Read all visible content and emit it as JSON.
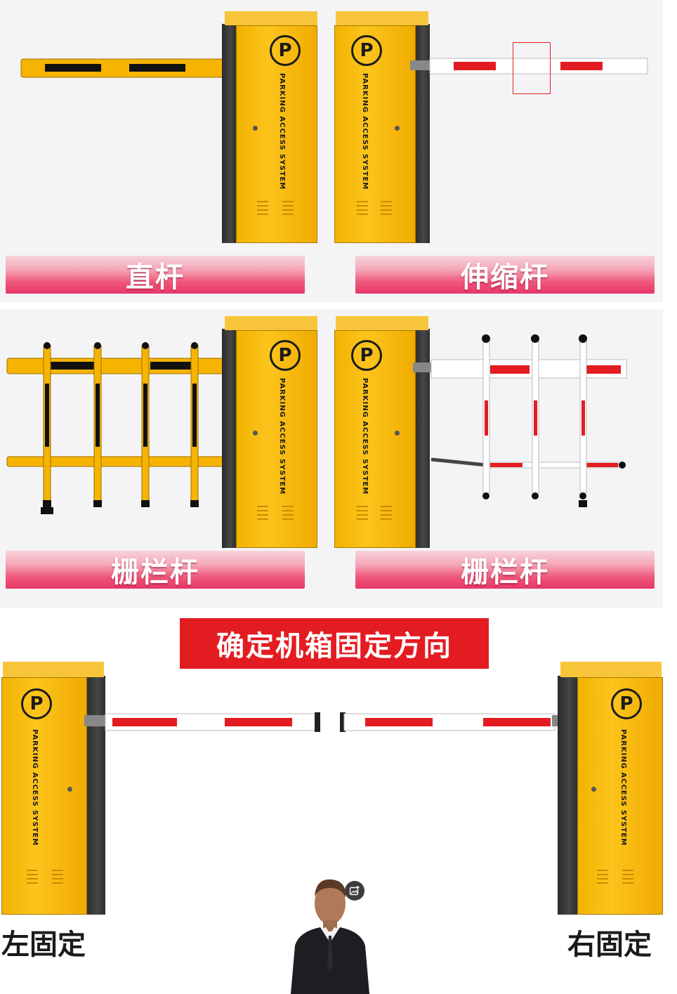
{
  "labels": {
    "straight": "直杆",
    "telescopic": "伸缩杆",
    "fence_left": "栅栏杆",
    "fence_right": "栅栏杆",
    "direction_title": "确定机箱固定方向",
    "left_fixed": "左固定",
    "right_fixed": "右固定"
  },
  "cabinet": {
    "logo": "P",
    "text": "PARKING ACCESS SYSTEM"
  },
  "colors": {
    "cabinet_yellow": "#fcc41c",
    "cabinet_dark": "#333333",
    "banner_pink": "#e8376a",
    "title_red": "#e31c22",
    "stripe_red": "#e31c22",
    "stripe_black": "#111111"
  },
  "icons": {
    "gallery": "image-add-icon"
  }
}
